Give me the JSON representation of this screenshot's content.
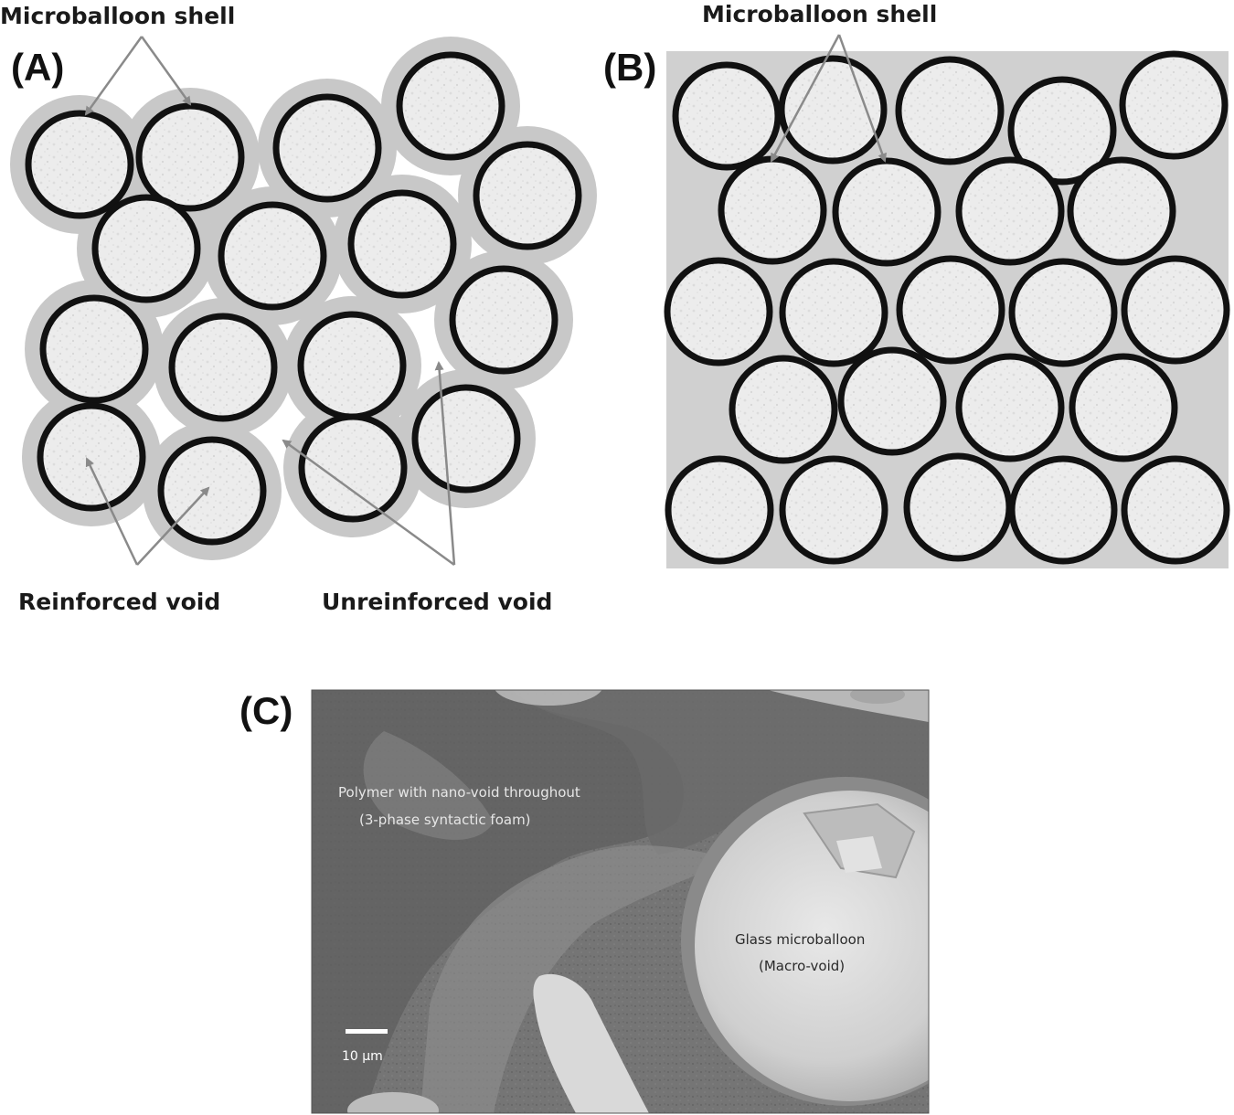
{
  "panels": {
    "a": "(A)",
    "b": "(B)",
    "c": "(C)"
  },
  "labels": {
    "shell_a": "Microballoon shell",
    "shell_b": "Microballoon shell",
    "reinforced": "Reinforced void",
    "unreinforced": "Unreinforced void"
  },
  "sem": {
    "polymer_line1": "Polymer with nano-void throughout",
    "polymer_line2": "(3-phase syntactic foam)",
    "glass_line1": "Glass microballoon",
    "glass_line2": "(Macro-void)",
    "scale": "10 µm"
  },
  "colors": {
    "shell_fill": "#c8c8c8",
    "matrix_fill": "#d0d0d0",
    "ring": "#111111",
    "arrow": "#8a8a8a"
  }
}
